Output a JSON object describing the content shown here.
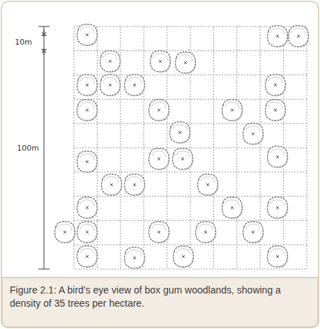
{
  "diagram": {
    "caption": "Figure 2.1: A bird’s eye view of box gum woodlands, showing a density of 35 trees per hectare.",
    "labels": [
      "10m",
      "100m"
    ]
  }
}
